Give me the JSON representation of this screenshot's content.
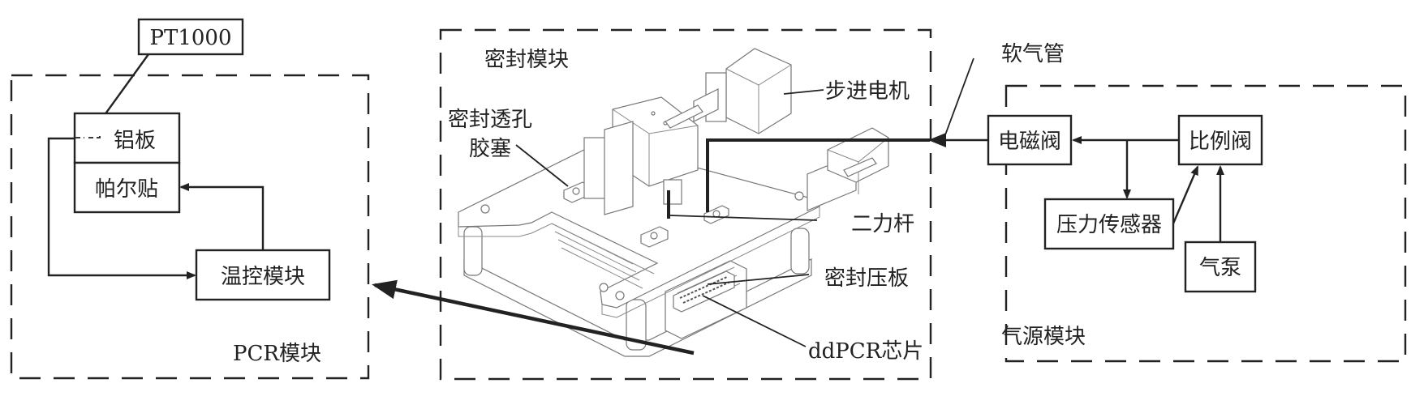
{
  "diagram": {
    "modules": {
      "pcr": {
        "title": "PCR模块",
        "sensor": "PT1000",
        "aluminum_plate": "铝板",
        "peltier": "帕尔贴",
        "temp_control": "温控模块"
      },
      "seal": {
        "title": "密封模块",
        "rubber_plug_line1": "密封透孔",
        "rubber_plug_line2": "胶塞",
        "stepper_motor": "步进电机",
        "two_force_rod": "二力杆",
        "seal_plate": "密封压板",
        "chip": "ddPCR芯片"
      },
      "air": {
        "title": "气源模块",
        "hose": "软气管",
        "solenoid_valve": "电磁阀",
        "proportional_valve": "比例阀",
        "pressure_sensor": "压力传感器",
        "air_pump": "气泵"
      }
    },
    "connections": [
      {
        "from": "比例阀",
        "to": "电磁阀"
      },
      {
        "from": "比例阀-电磁阀 junction",
        "to": "压力传感器"
      },
      {
        "from": "压力传感器",
        "to": "比例阀"
      },
      {
        "from": "气泵",
        "to": "比例阀"
      },
      {
        "from": "电磁阀",
        "to": "二力杆",
        "via": "软气管"
      },
      {
        "from": "ddPCR芯片",
        "to": "PCR模块"
      },
      {
        "from": "温控模块",
        "to": "帕尔贴"
      },
      {
        "from": "铝板",
        "to": "温控模块"
      },
      {
        "from": "PT1000",
        "to": "铝板"
      }
    ]
  }
}
